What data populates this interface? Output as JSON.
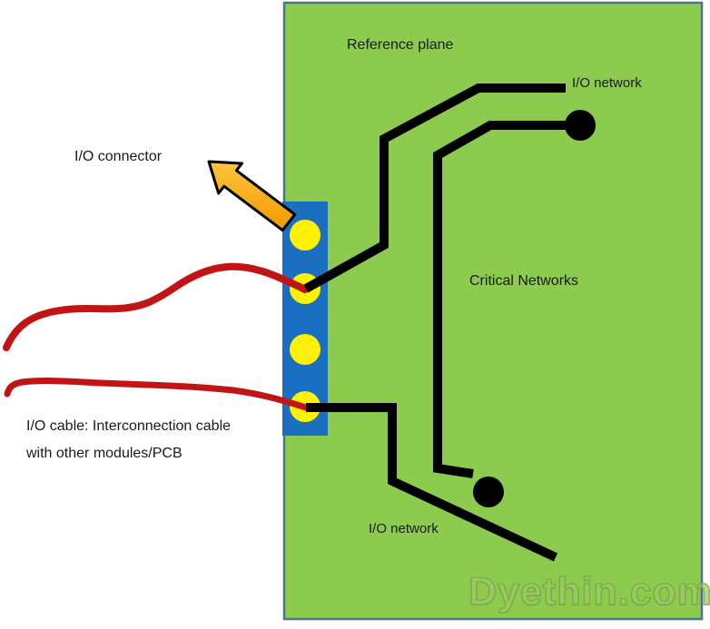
{
  "diagram": {
    "labels": {
      "reference_plane": "Reference plane",
      "io_network_top": "I/O network",
      "io_connector": "I/O connector",
      "critical_networks": "Critical Networks",
      "io_cable_line1": "I/O cable: Interconnection cable",
      "io_cable_line2": "with other modules/PCB",
      "io_network_bottom": "I/O network"
    },
    "watermark": "Dyethin.com",
    "connector": {
      "pad_count": 4
    },
    "colors": {
      "board_green": "#8CCB4E",
      "board_border": "#4F7196",
      "connector_blue": "#1B6FC0",
      "pad_yellow": "#FFF200",
      "trace_black": "#000000",
      "cable_red": "#C21414",
      "arrow_orange_light": "#FFC43C",
      "arrow_orange_dark": "#F09A00",
      "arrow_outline": "#000000",
      "label_text": "#1a1a1a"
    }
  }
}
